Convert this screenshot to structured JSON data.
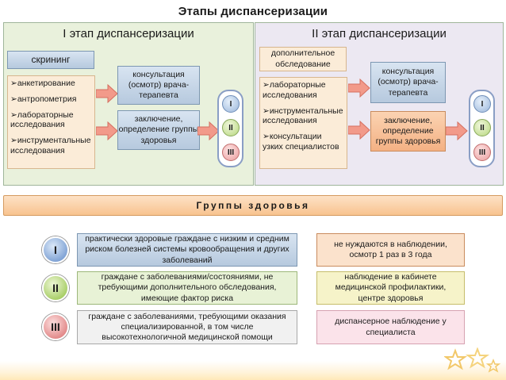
{
  "title": "Этапы диспансеризации",
  "stage1": {
    "title": "I этап диспансеризации",
    "screening": "скрининг",
    "list": [
      "анкетирование",
      "антропометрия",
      "лабораторные исследования",
      "инструментальные исследования"
    ],
    "consult": "консультация (осмотр) врача-терапевта",
    "conclusion": "заключение, определение группы здоровья",
    "groups": [
      "I",
      "II",
      "III"
    ]
  },
  "stage2": {
    "title": "II этап диспансеризации",
    "extra": "дополнительное обследование",
    "list": [
      "лабораторные исследования",
      "инструментальные исследования",
      "консультации узких специалистов"
    ],
    "consult": "консультация (осмотр) врача-терапевта",
    "conclusion": "заключение, определение группы здоровья",
    "groups": [
      "I",
      "II",
      "III"
    ]
  },
  "health_groups": {
    "title": "Группы здоровья",
    "rows": [
      {
        "num": "I",
        "description": "практически здоровые граждане с низким и средним риском болезней системы кровообращения и других заболеваний",
        "action": "не нуждаются в наблюдении, осмотр 1 раз в 3 года"
      },
      {
        "num": "II",
        "description": "граждане с заболеваниями/состояниями, не требующими дополнительного обследования, имеющие фактор риска",
        "action": "наблюдение в кабинете медицинской профилактики, центре здоровья"
      },
      {
        "num": "III",
        "description": "граждане с заболеваниями, требующими оказания специализированной, в том числе высокотехнологичной медицинской помощи",
        "action": "диспансерное наблюдение у специалиста"
      }
    ]
  },
  "colors": {
    "blue": "#b6c9de",
    "orange": "#f4b184",
    "green": "#e9f1dc",
    "lavender": "#ece8f2"
  }
}
